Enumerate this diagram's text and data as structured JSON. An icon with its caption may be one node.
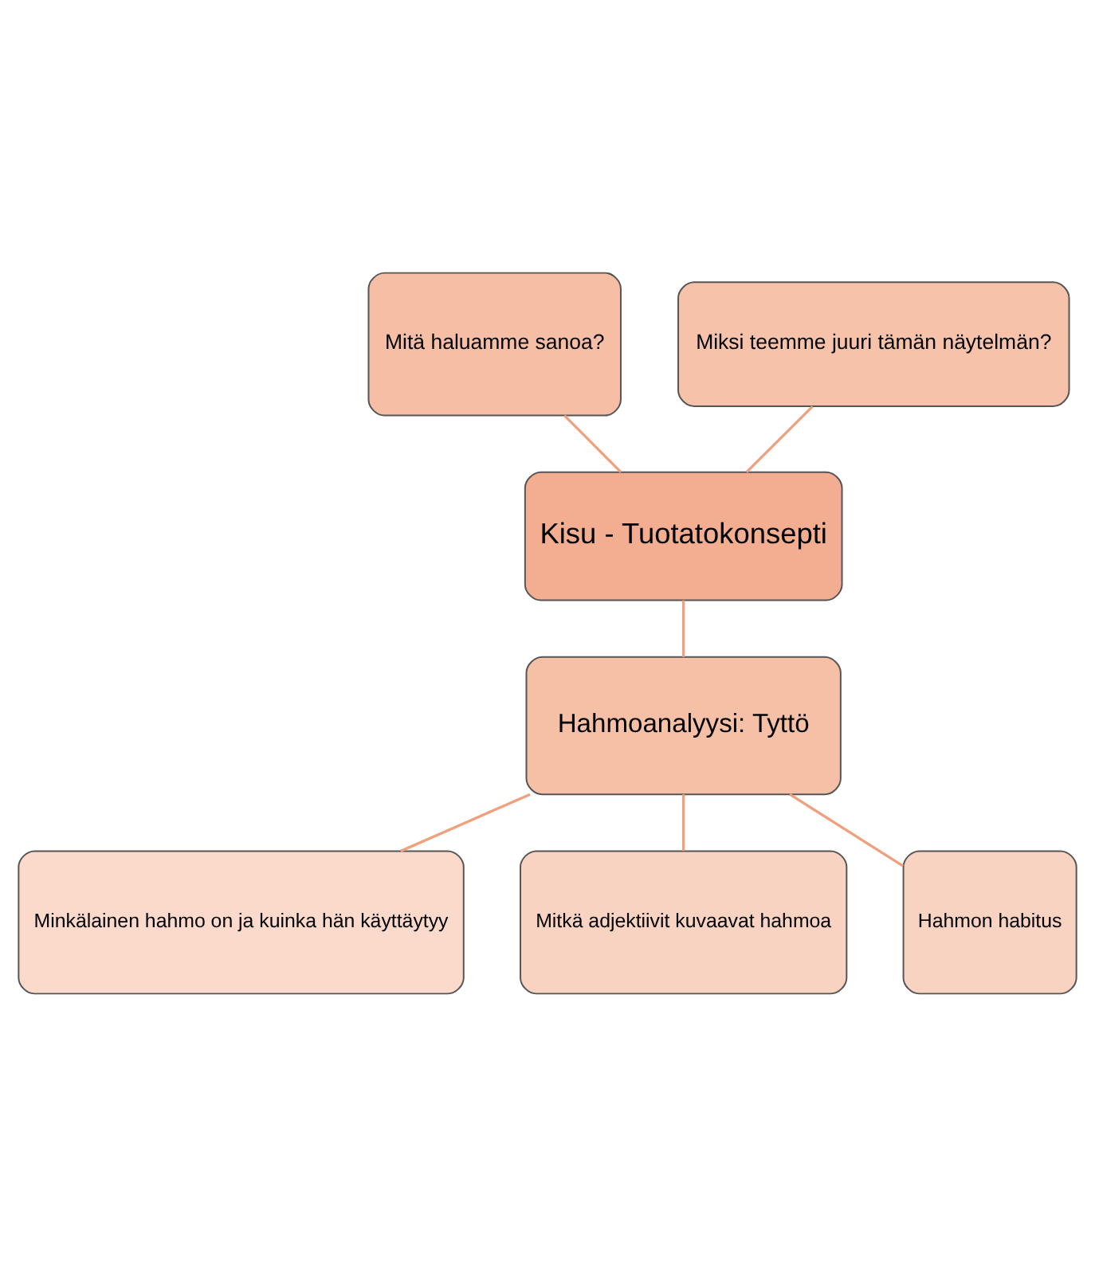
{
  "diagram": {
    "nodes": [
      {
        "text": [
          "Mitä haluamme sanoa?"
        ]
      },
      {
        "text": [
          "Miksi teemme juuri tämän näytelmän?"
        ]
      },
      {
        "text": [
          "Kisu - Tuotatokonsepti"
        ]
      },
      {
        "text": [
          "Hahmoanalyysi: Tyttö"
        ]
      },
      {
        "text": [
          "Minkälainen hahmo on ja kuinka hän käyttäytyy"
        ]
      },
      {
        "text": [
          "Mitkä adjektiivit kuvaavat hahmoa"
        ]
      },
      {
        "text": [
          "Hahmon habitus"
        ]
      }
    ],
    "edges": [
      {
        "from": 0,
        "to": 2,
        "arrow": "none"
      },
      {
        "from": 1,
        "to": 2,
        "arrow": "none"
      },
      {
        "from": 2,
        "to": 3,
        "arrow": "none"
      },
      {
        "from": 3,
        "to": 4,
        "arrow": "none"
      },
      {
        "from": 3,
        "to": 5,
        "arrow": "none"
      },
      {
        "from": 3,
        "to": 6,
        "arrow": "none"
      }
    ]
  }
}
